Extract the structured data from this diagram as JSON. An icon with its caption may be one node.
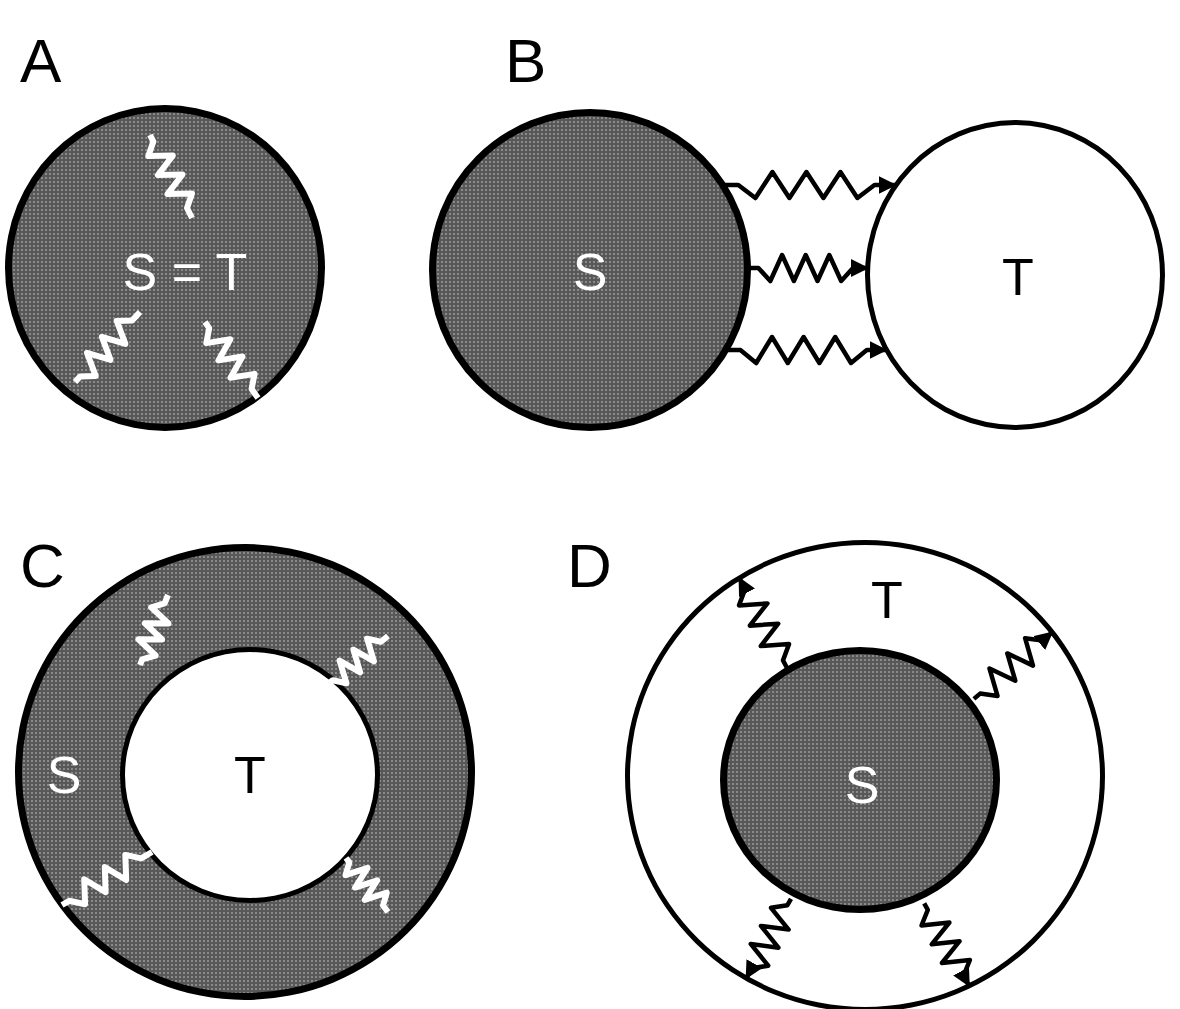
{
  "diagram": {
    "nodes": [
      {
        "text": [
          "S = T"
        ]
      },
      {
        "text": [
          "S"
        ]
      },
      {
        "text": [
          "T"
        ]
      },
      {
        "text": [
          "S"
        ]
      },
      {
        "text": [
          "T"
        ],
        "in": 3
      },
      {
        "text": [
          "T"
        ]
      },
      {
        "text": [
          "S"
        ],
        "in": 5
      }
    ],
    "edges": [
      {
        "from": 1,
        "to": 2,
        "arrow": "to"
      },
      {
        "from": 1,
        "to": 2,
        "arrow": "to"
      },
      {
        "from": 1,
        "to": 2,
        "arrow": "to"
      },
      {
        "from": 6,
        "to": 5,
        "arrow": "to"
      },
      {
        "from": 6,
        "to": 5,
        "arrow": "to"
      },
      {
        "from": 6,
        "to": 5,
        "arrow": "to"
      },
      {
        "from": 6,
        "to": 5,
        "arrow": "to"
      }
    ],
    "labels": [
      "A",
      "B",
      "C",
      "D"
    ]
  }
}
